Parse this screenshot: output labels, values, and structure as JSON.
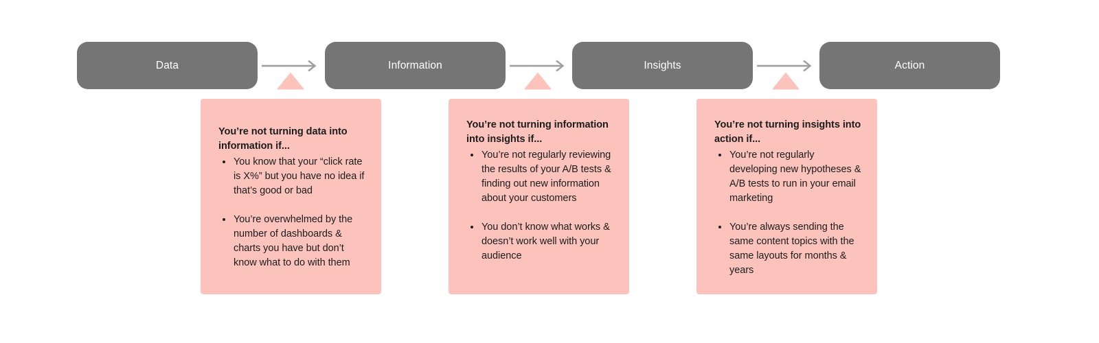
{
  "diagram": {
    "title_text": "",
    "colors": {
      "stage_fill": "#757575",
      "stage_label": "#ffffff",
      "callout_fill": "#fcc3bd",
      "arrow": "#9e9e9e",
      "triangle": "#fcc3bd",
      "body_text": "#1c1c1c",
      "background": "#ffffff"
    },
    "stages": [
      {
        "label": "Data"
      },
      {
        "label": "Information"
      },
      {
        "label": "Insights"
      },
      {
        "label": "Action"
      }
    ],
    "connectors": [
      {
        "name": "arrow-data-to-information"
      },
      {
        "name": "arrow-information-to-insights"
      },
      {
        "name": "arrow-insights-to-action"
      }
    ],
    "callouts": [
      {
        "heading": "You’re not turning data into information if...",
        "bullets": [
          "You know that your “click rate is X%” but you have no idea if that’s good or bad",
          "You’re overwhelmed by the number of dashboards & charts you have but don’t know what to do with them"
        ]
      },
      {
        "heading": "You’re not turning information into insights if...",
        "bullets": [
          "You’re not regularly reviewing the results of your A/B tests & finding out new information about your customers",
          "You don’t know what works & doesn’t work well with your audience"
        ]
      },
      {
        "heading": "You’re not turning insights into action if...",
        "bullets": [
          "You’re not regularly developing new hypotheses & A/B tests to run in your email marketing",
          "You’re always sending the same content topics with the same layouts for months & years"
        ]
      }
    ]
  }
}
